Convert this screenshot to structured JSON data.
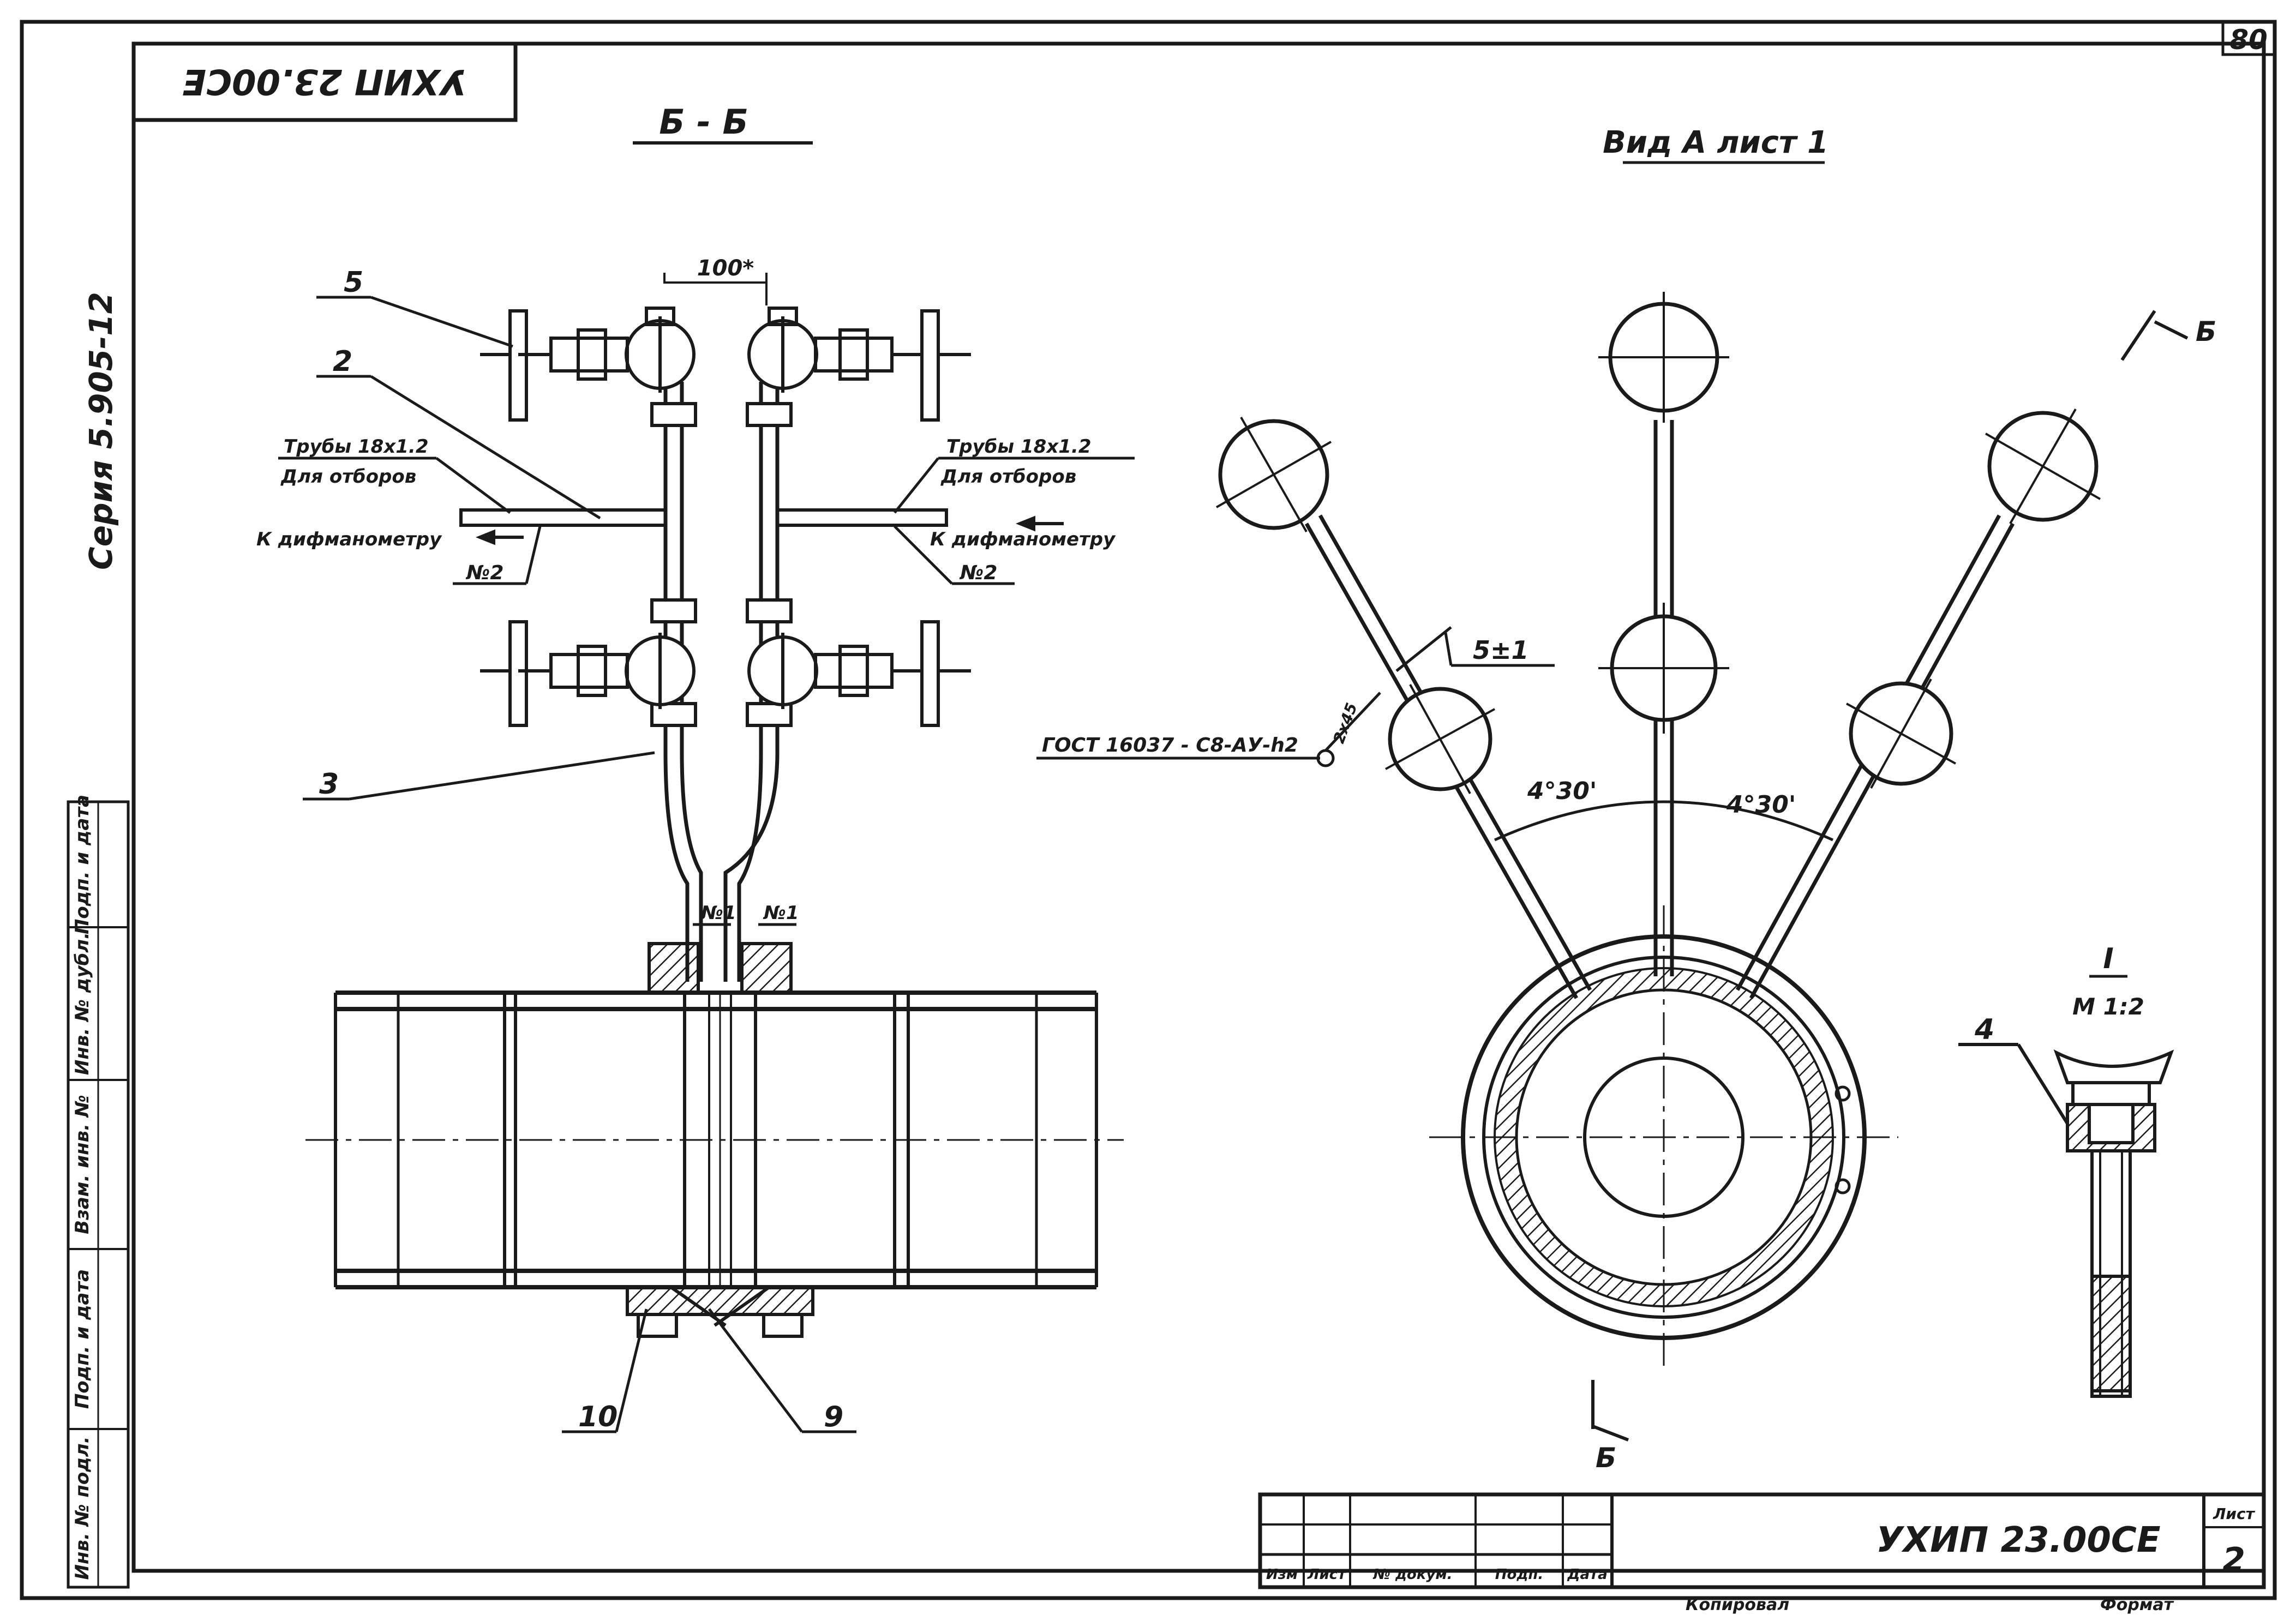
{
  "sheet": {
    "sheet_number": "80",
    "mirrored_code_box": "УХИП 23.00СЕ",
    "vertical_series": "Серия 5.905-12"
  },
  "section_bb": {
    "title": "Б - Б",
    "dimension": "100*",
    "labels": {
      "item5": "5",
      "item2": "2",
      "item3": "3",
      "item10": "10",
      "item9": "9",
      "pipe_left_1": "Трубы 18x1.2",
      "pipe_left_2": "Для отборов",
      "pipe_right_1": "Трубы 18x1.2",
      "pipe_right_2": "Для отборов",
      "diff_left": "К дифманометру",
      "diff_right": "К дифманометру",
      "n2_left": "№2",
      "n2_right": "№2",
      "n1_left": "№1",
      "n1_right": "№1"
    }
  },
  "view_a": {
    "title": "Вид А  лист 1",
    "slope": "5±1",
    "gost": "ГОСТ 16037 - С8-АУ-h2",
    "gost_sub": "2x45",
    "angle_left": "4°30'",
    "angle_right": "4°30'",
    "cut_b_top": "Б",
    "cut_b_bottom": "Б"
  },
  "detail_i": {
    "title": "I",
    "scale": "М 1:2",
    "item": "4"
  },
  "side_stamp": {
    "cells": [
      "Инв. № подл.",
      "Подп. и дата",
      "Взам. инв. №",
      "Инв. № дубл.",
      "Подп. и дата"
    ]
  },
  "title_block": {
    "code": "УХИП 23.00СЕ",
    "sheet_label": "Лист",
    "sheet_value": "2",
    "headers": [
      "Изм",
      "Лист",
      "№ докум.",
      "Подп.",
      "Дата"
    ],
    "footer_copy": "Копировал",
    "footer_format": "Формат"
  }
}
